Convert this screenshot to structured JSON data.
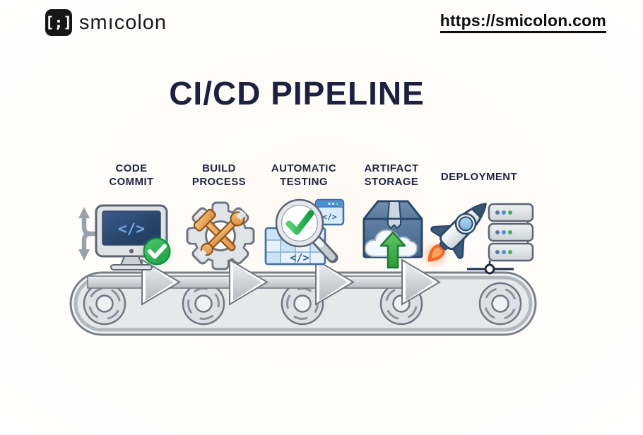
{
  "header": {
    "logo": {
      "glyph": "[;]",
      "brand": "smıcolon"
    },
    "url": {
      "text": "https://smicolon.com"
    }
  },
  "title": "CI/CD PIPELINE",
  "stages": [
    {
      "line1": "CODE",
      "line2": "COMMIT",
      "icon": "monitor-code-checkmark-icon"
    },
    {
      "line1": "BUILD",
      "line2": "PROCESS",
      "icon": "gear-hammer-wrench-icon"
    },
    {
      "line1": "AUTOMATIC",
      "line2": "TESTING",
      "icon": "magnifier-checkmark-grid-icon"
    },
    {
      "line1": "ARTIFACT",
      "line2": "STORAGE",
      "icon": "package-cloud-upload-icon"
    },
    {
      "line1": "DEPLOYMENT",
      "line2": "",
      "icon": "rocket-server-rack-icon"
    }
  ],
  "glyphs": {
    "code": "</>"
  },
  "colors": {
    "title_navy": "#1d2140",
    "label_navy": "#1f2447",
    "check_green": "#2eb350",
    "upload_green": "#3fae49",
    "tool_orange": "#e0923f",
    "box_blue": "#54759b",
    "screen_blue": "#2c4a74",
    "code_blue": "#6fa8e8",
    "belt_gray": "#e6e8ea",
    "flame_orange": "#f2682c",
    "dot_blue": "#4a90d9",
    "dot_green": "#45b055"
  }
}
